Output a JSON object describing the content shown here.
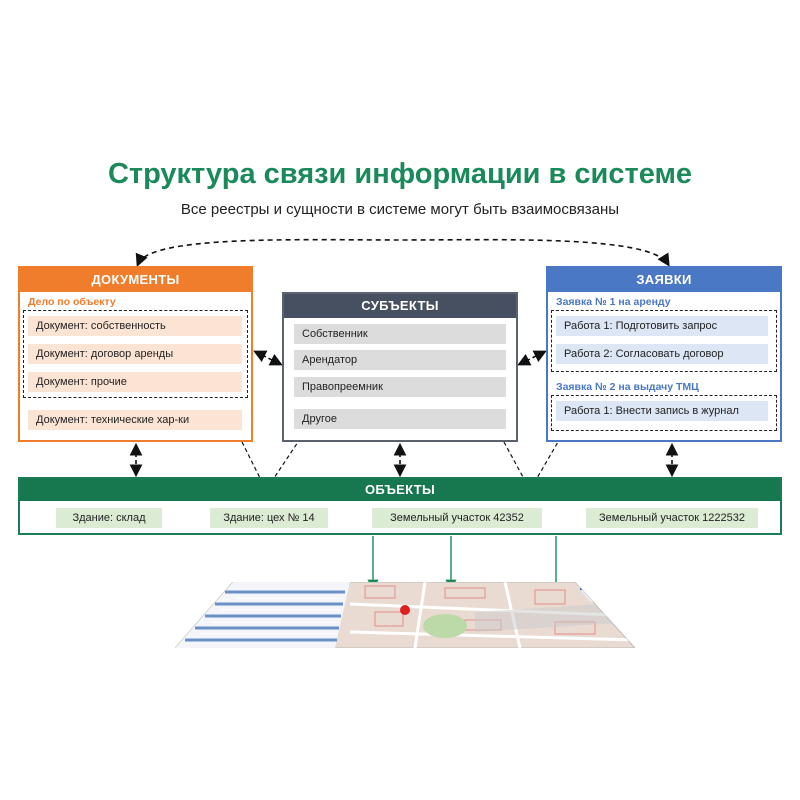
{
  "title": "Структура связи информации в системе",
  "subtitle": "Все реестры и сущности в системе могут быть взаимосвязаны",
  "documents": {
    "header": "ДОКУМЕНТЫ",
    "group_label": "Дело по объекту",
    "items": [
      "Документ: собственность",
      "Документ: договор аренды",
      "Документ: прочие"
    ],
    "extra_item": "Документ: технические хар-ки"
  },
  "subjects": {
    "header": "СУБЪЕКТЫ",
    "items": [
      "Собственник",
      "Арендатор",
      "Правопреемник",
      "Другое"
    ]
  },
  "requests": {
    "header": "ЗАЯВКИ",
    "group1_label": "Заявка № 1 на аренду",
    "group1_items": [
      "Работа 1: Подготовить запрос",
      "Работа 2: Согласовать договор"
    ],
    "group2_label": "Заявка № 2 на выдачу ТМЦ",
    "group2_items": [
      "Работа 1: Внести запись в журнал"
    ]
  },
  "objects": {
    "header": "ОБЪЕКТЫ",
    "items": [
      "Здание: склад",
      "Здание: цех № 14",
      "Земельный участок 42352",
      "Земельный участок 1222532"
    ]
  },
  "colors": {
    "title": "#1a8a5a",
    "documents": "#ef7d2c",
    "subjects": "#465060",
    "requests": "#4a78c4",
    "objects": "#17784f"
  },
  "map_icon": "map-screenshot-thumbnail"
}
